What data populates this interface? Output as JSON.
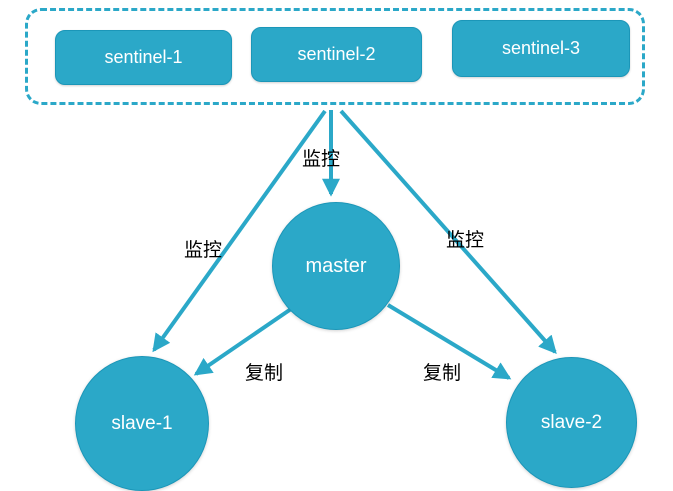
{
  "diagram": {
    "sentinel_group": {
      "items": [
        {
          "label": "sentinel-1"
        },
        {
          "label": "sentinel-2"
        },
        {
          "label": "sentinel-3"
        }
      ]
    },
    "nodes": {
      "master": {
        "label": "master"
      },
      "slave1": {
        "label": "slave-1"
      },
      "slave2": {
        "label": "slave-2"
      }
    },
    "edge_labels": {
      "monitor_master": "监控",
      "monitor_slave1": "监控",
      "monitor_slave2": "监控",
      "replicate_slave1": "复制",
      "replicate_slave2": "复制"
    },
    "colors": {
      "node_fill": "#2BA8C8",
      "node_border": "#1B96B8",
      "arrow": "#2BA8C8",
      "label_text": "#000000",
      "node_text": "#FFFFFF",
      "background": "#FFFFFF"
    }
  }
}
